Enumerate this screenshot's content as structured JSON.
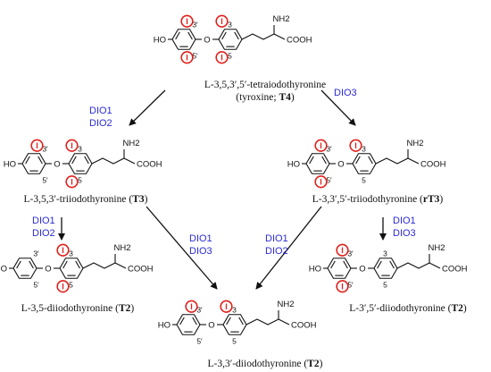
{
  "colors": {
    "iodine": "#e0201b",
    "enzyme": "#2b2bd6",
    "ink": "#111111"
  },
  "atoms": {
    "ho": "HO",
    "o": "O",
    "nh2": "NH2",
    "cooh": "COOH",
    "iodine": "I"
  },
  "positions": {
    "p3": "3",
    "p5": "5",
    "p3p": "3′",
    "p5p": "5′"
  },
  "molecules": {
    "t4": {
      "name_line1": "L-3,5,3′,5′-tetraiodothyronine",
      "name_line2_pre": "(tyroxine; ",
      "name_line2_bold": "T4",
      "name_line2_post": ")"
    },
    "t3": {
      "name_pre": "L-3,5,3′-triiodothyronine (",
      "name_bold": "T3",
      "name_post": ")"
    },
    "rt3": {
      "name_pre": "L-3,3′,5′-triiodothyronine (",
      "name_bold": "rT3",
      "name_post": ")"
    },
    "t2_35": {
      "name_pre": "L-3,5-diiodothyronine (",
      "name_bold": "T2",
      "name_post": ")"
    },
    "t2_35p": {
      "name_pre": "L-3′,5′-diiodothyronine (",
      "name_bold": "T2",
      "name_post": ")"
    },
    "t2_33p": {
      "name_pre": "L-3,3′-diiodothyronine (",
      "name_bold": "T2",
      "name_post": ")"
    }
  },
  "enzymes": {
    "t4_t3": [
      "DIO1",
      "DIO2"
    ],
    "t4_rt3": [
      "DIO3"
    ],
    "t3_t235": [
      "DIO1",
      "DIO2"
    ],
    "t3_t233": [
      "DIO1",
      "DIO3"
    ],
    "rt3_t233": [
      "DIO1",
      "DIO2"
    ],
    "rt3_t235p": [
      "DIO1",
      "DIO3"
    ]
  }
}
